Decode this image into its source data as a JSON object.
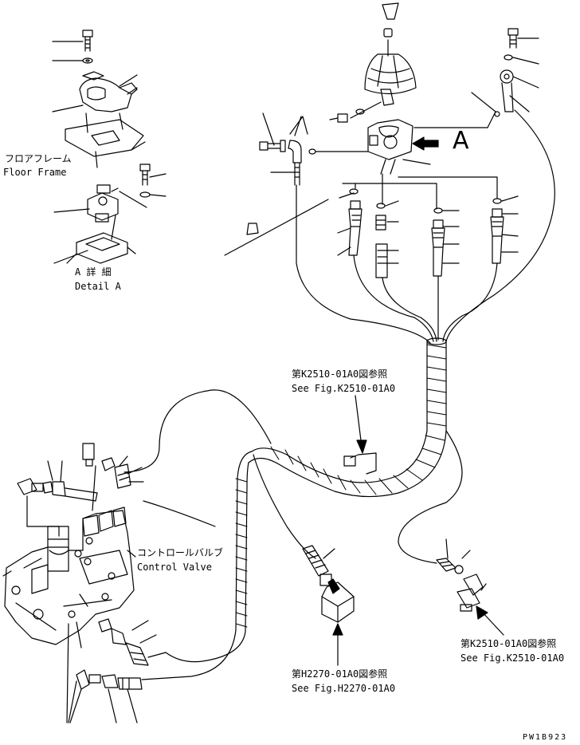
{
  "labels": {
    "floor_frame_jp": "フロアフレーム",
    "floor_frame_en": "Floor Frame",
    "detail_a_jp": "A 詳 細",
    "detail_a_en": "Detail A",
    "view_a": "A",
    "ref_k2510_top_jp": "第K2510-01A0図参照",
    "ref_k2510_top_en": "See Fig.K2510-01A0",
    "control_valve_jp": "コントロールバルブ",
    "control_valve_en": "Control Valve",
    "ref_k2510_bottom_jp": "第K2510-01A0図参照",
    "ref_k2510_bottom_en": "See Fig.K2510-01A0",
    "ref_h2270_jp": "第H2270-01A0図参照",
    "ref_h2270_en": "See Fig.H2270-01A0",
    "drawing_no": "PW1B923"
  }
}
